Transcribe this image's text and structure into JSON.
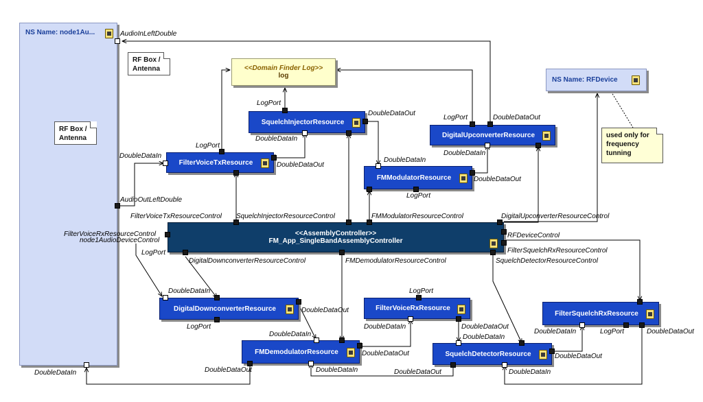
{
  "ns_node": {
    "title": "NS Name: node1Au..."
  },
  "ns_rf": {
    "title": "NS Name:  RFDevice"
  },
  "log": {
    "stereotype": "<<Domain Finder Log>>",
    "name": "log"
  },
  "notes": {
    "rfbox1": [
      "RF Box /",
      "Antenna"
    ],
    "rfbox2": [
      "RF Box /",
      "Antenna"
    ],
    "used": [
      "used only for",
      "frequency",
      "tunning"
    ]
  },
  "assembly": {
    "stereotype": "<<AssemblyController>>",
    "name": "FM_App_SingleBandAssemblyController"
  },
  "components": {
    "squelch_injector": "SquelchInjectorResource",
    "digital_upconverter": "DigitalUpconverterResource",
    "filter_voice_tx": "FilterVoiceTxResource",
    "fm_modulator": "FMModulatorResource",
    "digital_downconverter": "DigitalDownconverterResource",
    "filter_voice_rx": "FilterVoiceRxResource",
    "filter_squelch_rx": "FilterSquelchRxResource",
    "fm_demodulator": "FMDemodulatorResource",
    "squelch_detector": "SquelchDetectorResource"
  },
  "labels": {
    "audio_in_left": "AudioInLeftDouble",
    "audio_out_left": "AudioOutLeftDouble",
    "node_ddin": "DoubleDataIn",
    "si_logport": "LogPort",
    "si_ddout": "DoubleDataOut",
    "si_ddin": "DoubleDataIn",
    "du_logport": "LogPort",
    "du_ddout": "DoubleDataOut",
    "du_ddin": "DoubleDataIn",
    "fvt_logport": "LogPort",
    "fvt_ddin": "DoubleDataIn",
    "fvt_ddout": "DoubleDataOut",
    "fm_ddin": "DoubleDataIn",
    "fm_ddout": "DoubleDataOut",
    "fm_logport": "LogPort",
    "ac_fvt_ctrl": "FilterVoiceTxResourceControl",
    "ac_si_ctrl": "SquelchInjectorResourceControl",
    "ac_fm_ctrl": "FMModulatorResourceControl",
    "ac_du_ctrl": "DigitalUpconverterResourceControl",
    "ac_fvr_ctrl": "FilterVoiceRxResourceControl",
    "ac_node_ctrl": "node1AudioDeviceControl",
    "ac_logport": "LogPort",
    "ac_rf_ctrl": "RFDeviceControl",
    "ac_fsr_ctrl": "FilterSquelchRxResourceControl",
    "ac_dd_ctrl": "DigitalDownconverterResourceControl",
    "ac_fmd_ctrl": "FMDemodulatorResourceControl",
    "ac_sd_ctrl": "SquelchDetectorResourceControl",
    "dd_ddin": "DoubleDataIn",
    "dd_ddout": "DoubleDataOut",
    "dd_logport": "LogPort",
    "fvr_logport": "LogPort",
    "fvr_ddout": "DoubleDataOut",
    "fvr_ddin": "DoubleDataIn",
    "fmd_ddin": "DoubleDataIn",
    "fmd_ddout": "DoubleDataOut",
    "fmd_ddout2": "DoubleDataOut",
    "fmd_ddin2": "DoubleDataIn",
    "sd_ddout": "DoubleDataOut",
    "sd_ddin": "DoubleDataIn",
    "sd_ddout2": "DoubleDataOut",
    "sd_ddin2": "DoubleDataIn",
    "fsr_ddin": "DoubleDataIn",
    "fsr_logport": "LogPort",
    "fsr_ddout": "DoubleDataOut"
  }
}
